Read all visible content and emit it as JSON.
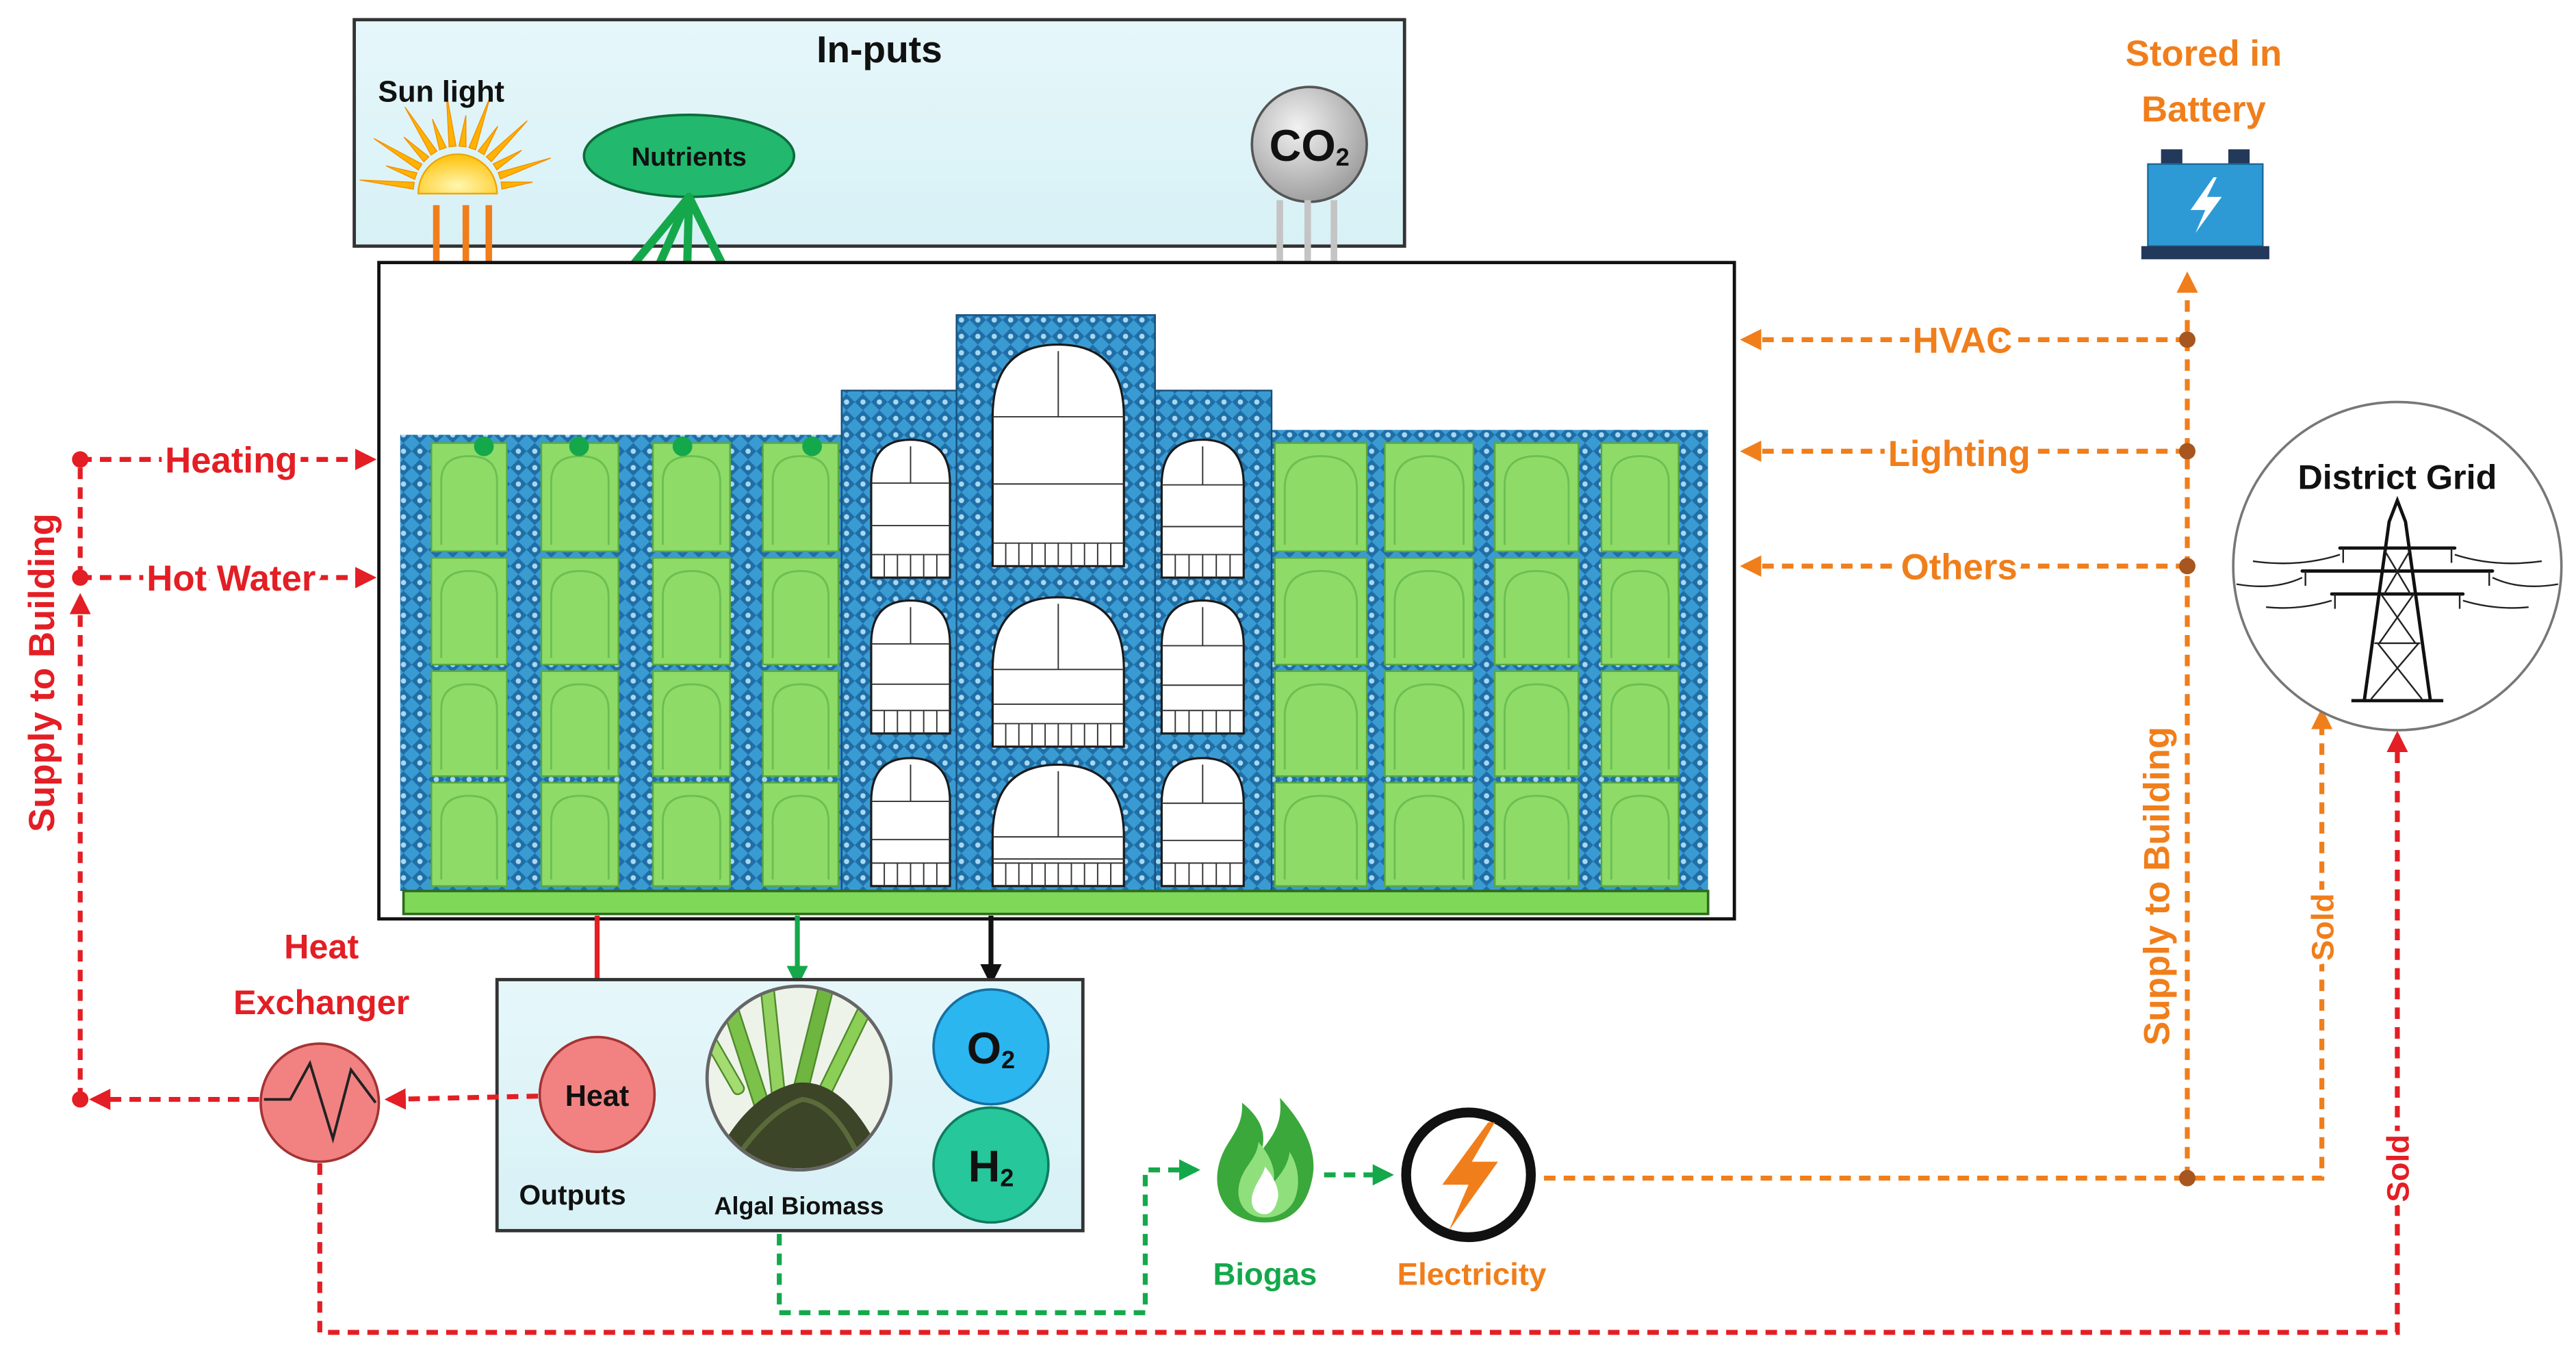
{
  "colors": {
    "orange": "#f07e1b",
    "red": "#e31e24",
    "green": "#14a84b",
    "panel_box": "#d7f1f6",
    "panel_green": "#8edb67",
    "tile_blue": "#3a9bd2",
    "sun_yellow": "#ffc61a",
    "nutrients_green": "#22b86e",
    "co2_grey": "#c9c9c9",
    "heat_pink": "#f28282",
    "o2_blue": "#2bb6f0",
    "h2_teal": "#25c79b",
    "battery_blue": "#2d9ad6",
    "node_brown": "#a8561f"
  },
  "icons": {
    "sun": "sun-icon",
    "co2": "co2-bubble-icon",
    "battery": "battery-charge-icon",
    "grid": "transmission-tower-icon",
    "heat_exchanger": "heat-exchanger-icon",
    "biogas": "flame-icon",
    "electricity": "lightning-bolt-icon",
    "biomass": "algae-biomass-image"
  },
  "inputs": {
    "title": "In-puts",
    "sunlight": "Sun light",
    "nutrients": "Nutrients",
    "co2": {
      "main": "CO",
      "sub": "2"
    }
  },
  "battery": {
    "line1": "Stored in",
    "line2": "Battery"
  },
  "building_loads": {
    "hvac": "HVAC",
    "lighting": "Lighting",
    "others": "Others"
  },
  "thermal_supply": {
    "heating": "Heating",
    "hot_water": "Hot Water",
    "supply_label": "Supply to Building"
  },
  "heat_exchanger": {
    "line1": "Heat",
    "line2": "Exchanger"
  },
  "outputs": {
    "label": "Outputs",
    "heat": "Heat",
    "biomass": "Algal Biomass",
    "o2": {
      "main": "O",
      "sub": "2"
    },
    "h2": {
      "main": "H",
      "sub": "2"
    }
  },
  "conversion": {
    "biogas": "Biogas",
    "electricity": "Electricity"
  },
  "electric_supply": {
    "supply_label": "Supply to Building",
    "sold": "Sold"
  },
  "heat_export": {
    "sold": "Sold"
  },
  "grid": {
    "title": "District Grid"
  }
}
